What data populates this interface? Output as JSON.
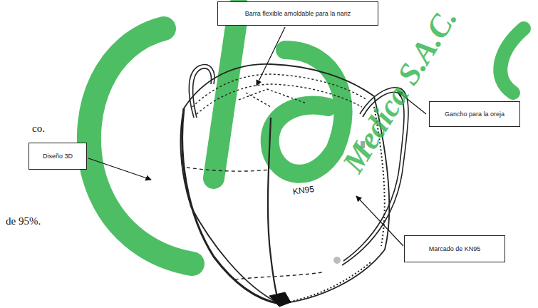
{
  "diagram": {
    "nodes": [
      {
        "text": [
          "Barra flexible amoldable para la nariz"
        ]
      },
      {
        "text": [
          "Gancho para la oreja"
        ]
      },
      {
        "text": [
          "Diseño 3D"
        ]
      },
      {
        "text": [
          "Marcado de KN95"
        ]
      }
    ],
    "labels": [
      "co.",
      "de 95%.",
      "KN95",
      "Medica S.A.C."
    ]
  }
}
